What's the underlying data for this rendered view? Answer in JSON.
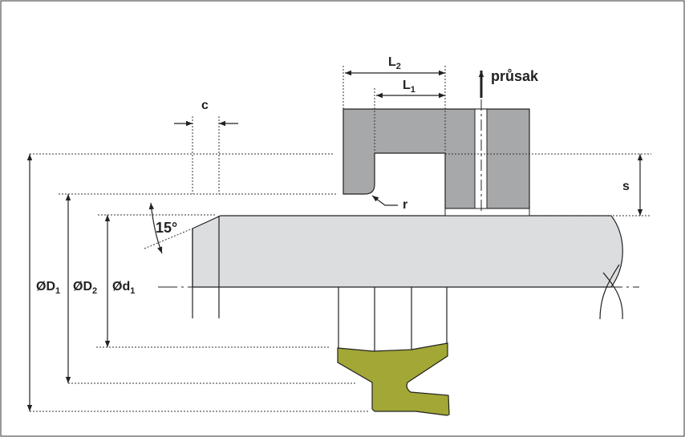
{
  "labels": {
    "c": "c",
    "L2": "L",
    "L2_sub": "2",
    "L1": "L",
    "L1_sub": "1",
    "leak": "průsak",
    "s": "s",
    "r": "r",
    "angle": "15°",
    "D1": "ØD",
    "D1_sub": "1",
    "D2": "ØD",
    "D2_sub": "2",
    "d1": "Ød",
    "d1_sub": "1"
  },
  "colors": {
    "housing": "#a7a8aa",
    "shaft": "#dcdddf",
    "seal": "#a2a735",
    "line": "#222222"
  }
}
